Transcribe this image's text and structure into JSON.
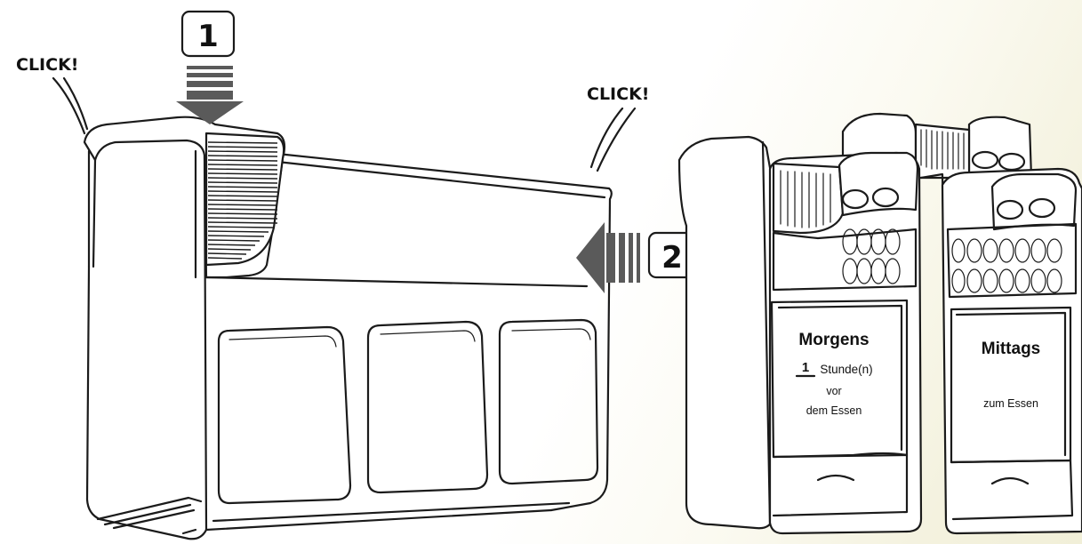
{
  "callouts": {
    "click_left": "CLICK!",
    "click_right": "CLICK!"
  },
  "steps": {
    "step1": "1",
    "step2": "2"
  },
  "dispensers": {
    "morning": {
      "title": "Morgens",
      "count": "1",
      "unit": "Stunde(n)",
      "line1": "vor",
      "line2": "dem Essen"
    },
    "midday": {
      "title": "Mittags",
      "line1": "zum Essen"
    }
  },
  "colors": {
    "line": "#1b1b1b",
    "arrow": "#5a5a5a",
    "background_tint": "#f1efd8"
  },
  "icons": {
    "down_arrow": "down-arrow-icon",
    "left_arrow": "left-arrow-icon"
  }
}
